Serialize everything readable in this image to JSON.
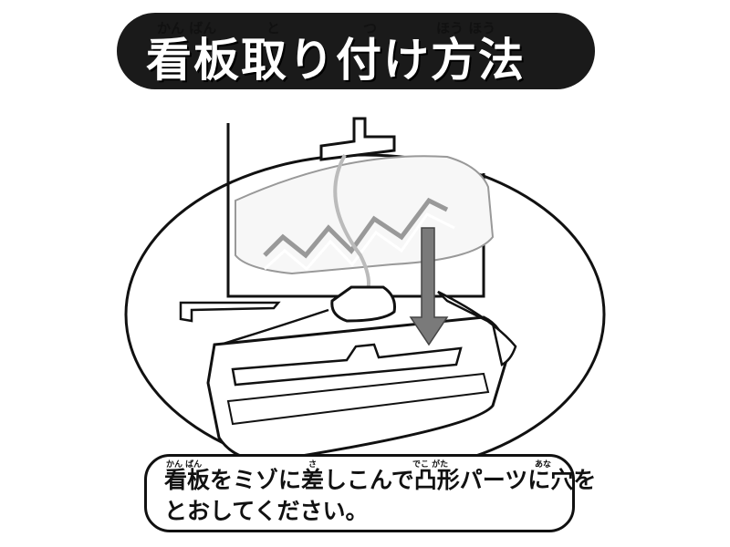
{
  "title": {
    "text": "看板取り付け方法",
    "ruby": {
      "kanban": "かん ばん",
      "to": "と",
      "tsu": "つ",
      "houhou": "ほう ほう"
    }
  },
  "caption": {
    "line1": "看板をミゾに差しこんで凸形パーツに穴を",
    "line2": "とおしてください。",
    "ruby": {
      "kanban": "かん ばん",
      "sa": "さ",
      "dekogata": "でこ がた",
      "ana": "あな"
    }
  },
  "colors": {
    "banner": "#1a1a1a",
    "ink": "#111111",
    "arrow": "#7a7a7a"
  }
}
